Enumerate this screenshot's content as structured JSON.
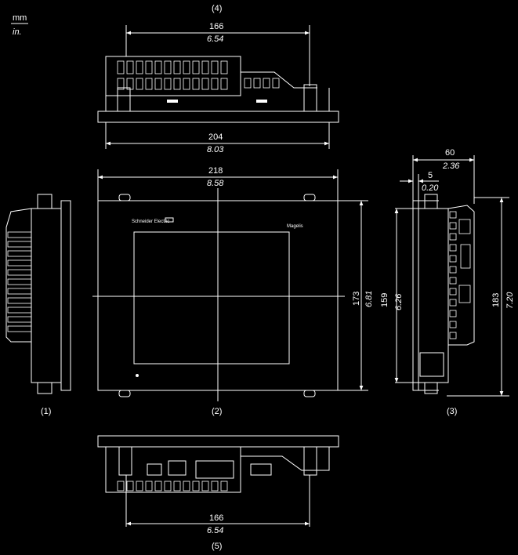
{
  "units": {
    "mm": "mm",
    "in": "in."
  },
  "views": {
    "top": {
      "label": "(4)",
      "width_mm": "166",
      "width_in": "6.54",
      "width2_mm": "204",
      "width2_in": "8.03"
    },
    "front": {
      "label": "(2)",
      "width_mm": "218",
      "width_in": "8.58",
      "height_mm": "173",
      "height_in": "6.81",
      "brand": "Schneider Electric",
      "product": "Magelis"
    },
    "left": {
      "label": "(1)"
    },
    "right": {
      "label": "(3)",
      "depth_mm": "60",
      "depth_in": "2.36",
      "bezel_mm": "5",
      "bezel_in": "0.20",
      "h1_mm": "159",
      "h1_in": "6.26",
      "h2_mm": "183",
      "h2_in": "7.20"
    },
    "bottom": {
      "label": "(5)",
      "width_mm": "166",
      "width_in": "6.54"
    }
  },
  "colors": {
    "background": "#000000",
    "line": "#ffffff"
  }
}
